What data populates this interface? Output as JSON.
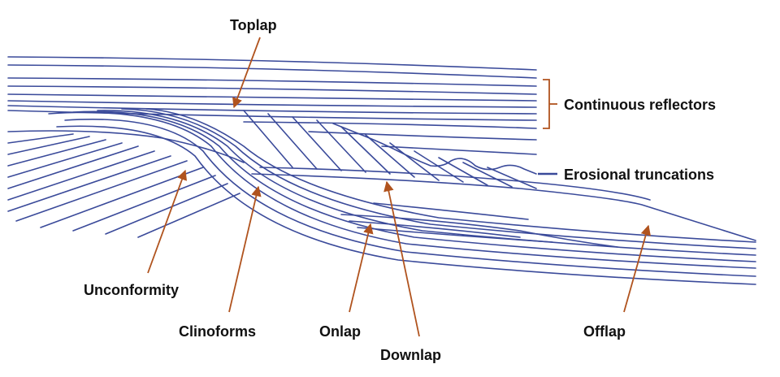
{
  "labels": {
    "toplap": "Toplap",
    "continuous_reflectors": "Continuous reflectors",
    "erosional_truncations": "Erosional truncations",
    "unconformity": "Unconformity",
    "clinoforms": "Clinoforms",
    "onlap": "Onlap",
    "downlap": "Downlap",
    "offlap": "Offlap"
  },
  "colors": {
    "strata": "#3a4a9a",
    "arrow": "#b0531e",
    "text": "#111111"
  }
}
